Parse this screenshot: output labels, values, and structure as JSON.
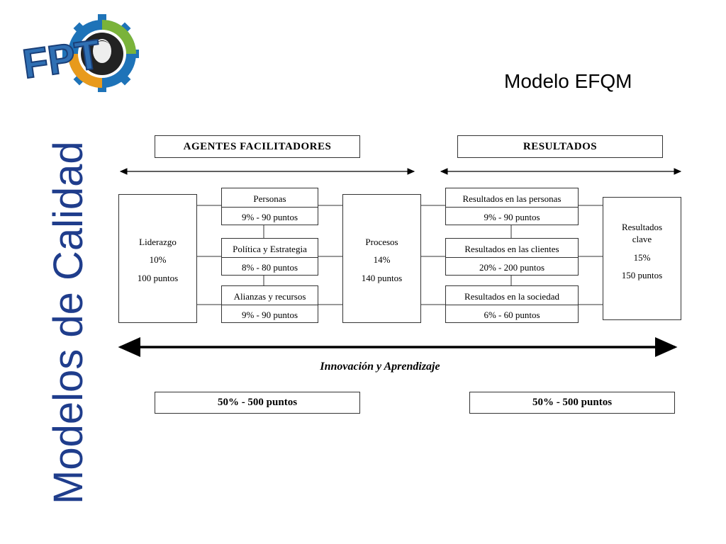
{
  "slide": {
    "vertical_title": "Modelos de Calidad",
    "title": "Modelo EFQM"
  },
  "logo": {
    "text": "FPT"
  },
  "diagram": {
    "headers": {
      "enablers": "AGENTES FACILITADORES",
      "results": "RESULTADOS"
    },
    "liderazgo": {
      "name": "Liderazgo",
      "pct": "10%",
      "points": "100 puntos"
    },
    "personas": {
      "name": "Personas",
      "detail": "9% - 90 puntos"
    },
    "politica": {
      "name": "Política y Estrategia",
      "detail": "8% - 80 puntos"
    },
    "alianzas": {
      "name": "Alianzas y recursos",
      "detail": "9% - 90 puntos"
    },
    "procesos": {
      "name": "Procesos",
      "pct": "14%",
      "points": "140 puntos"
    },
    "res_personas": {
      "name": "Resultados en las personas",
      "detail": "9% - 90 puntos"
    },
    "res_clientes": {
      "name": "Resultados en las clientes",
      "detail": "20% - 200 puntos"
    },
    "res_sociedad": {
      "name": "Resultados en la sociedad",
      "detail": "6% - 60 puntos"
    },
    "res_clave": {
      "name_line1": "Resultados",
      "name_line2": "clave",
      "pct": "15%",
      "points": "150 puntos"
    },
    "innovation_label": "Innovación y Aprendizaje",
    "totals": {
      "enablers": "50% - 500 puntos",
      "results": "50% - 500 puntos"
    }
  }
}
